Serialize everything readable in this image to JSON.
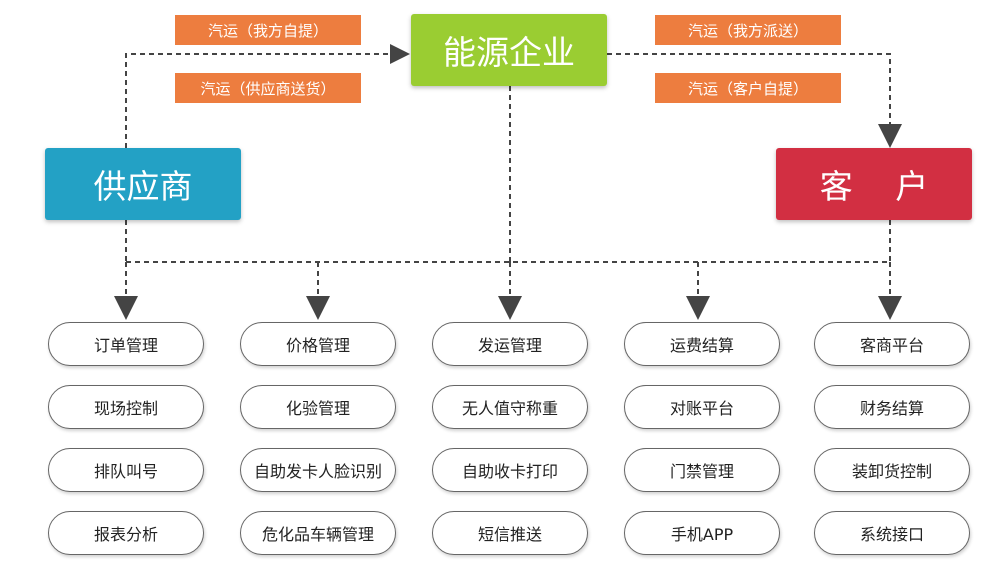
{
  "nodes": {
    "enterprise": "能源企业",
    "supplier": "供应商",
    "customer": "客 户"
  },
  "edge_labels": {
    "self_pickup": "汽运（我方自提）",
    "supplier_delivery": "汽运（供应商送货）",
    "our_delivery": "汽运（我方派送）",
    "customer_pickup": "汽运（客户自提）"
  },
  "columns": [
    {
      "items": [
        "订单管理",
        "现场控制",
        "排队叫号",
        "报表分析"
      ]
    },
    {
      "items": [
        "价格管理",
        "化验管理",
        "自助发卡人脸识别",
        "危化品车辆管理"
      ]
    },
    {
      "items": [
        "发运管理",
        "无人值守称重",
        "自助收卡打印",
        "短信推送"
      ]
    },
    {
      "items": [
        "运费结算",
        "对账平台",
        "门禁管理",
        "手机APP"
      ]
    },
    {
      "items": [
        "客商平台",
        "财务结算",
        "装卸货控制",
        "系统接口"
      ]
    }
  ],
  "colors": {
    "enterprise": "#9acd32",
    "supplier": "#23a1c5",
    "customer": "#d22f42",
    "tag": "#ed7d3f",
    "connector": "#444444"
  }
}
